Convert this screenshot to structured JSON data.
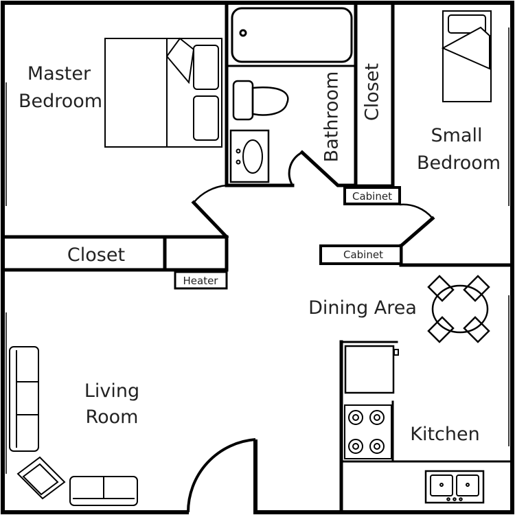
{
  "rooms": {
    "master_bedroom": [
      "Master",
      "Bedroom"
    ],
    "small_bedroom": [
      "Small",
      "Bedroom"
    ],
    "living_room": [
      "Living",
      "Room"
    ],
    "bathroom": "Bathroom",
    "closet_vertical": "Closet",
    "closet_horizontal": "Closet",
    "dining_area": "Dining Area",
    "kitchen": "Kitchen"
  },
  "fixtures": {
    "cabinet_upper": "Cabinet",
    "cabinet_lower": "Cabinet",
    "heater": "Heater"
  },
  "colors": {
    "wall": "#000000",
    "background": "#ffffff",
    "text": "#222222"
  }
}
